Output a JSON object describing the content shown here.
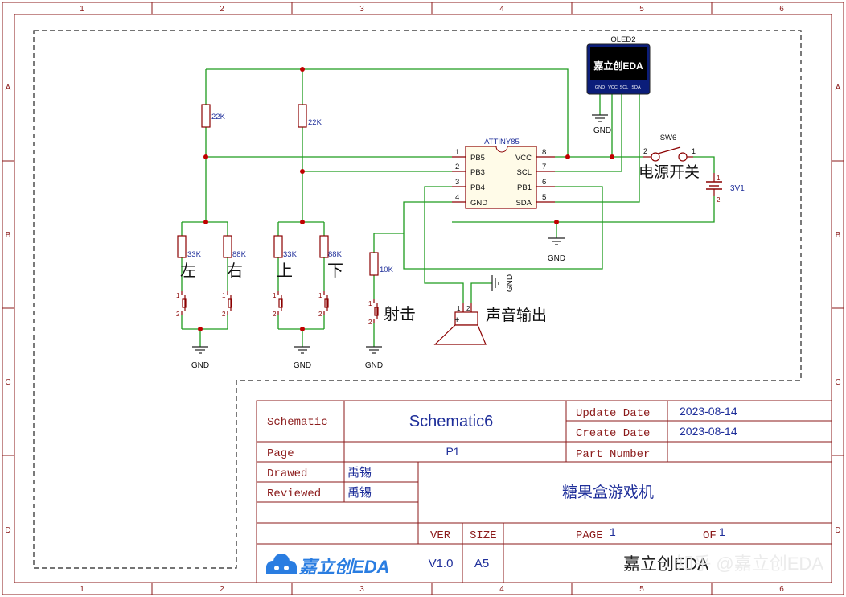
{
  "frame": {
    "columns": [
      "1",
      "2",
      "3",
      "4",
      "5",
      "6"
    ],
    "rows": [
      "A",
      "B",
      "C",
      "D"
    ]
  },
  "components": {
    "oled": {
      "ref": "OLED2",
      "logo_text": "嘉立创EDA",
      "pins": [
        "GND",
        "VCC",
        "SCL",
        "SDA"
      ]
    },
    "mcu": {
      "ref": "ATTINY85",
      "left_pins": [
        {
          "num": "1",
          "name": "PB5"
        },
        {
          "num": "2",
          "name": "PB3"
        },
        {
          "num": "3",
          "name": "PB4"
        },
        {
          "num": "4",
          "name": "GND"
        }
      ],
      "right_pins": [
        {
          "num": "8",
          "name": "VCC"
        },
        {
          "num": "7",
          "name": "SCL"
        },
        {
          "num": "6",
          "name": "PB1"
        },
        {
          "num": "5",
          "name": "SDA"
        }
      ]
    },
    "r1": "22K",
    "r2": "22K",
    "r3": "33K",
    "r4": "88K",
    "r5": "33K",
    "r6": "88K",
    "r7": "10K",
    "switch": {
      "ref": "SW6",
      "pin_left": "2",
      "pin_right": "1",
      "label": "电源开关"
    },
    "battery": {
      "value": "3V1",
      "pin_top": "1",
      "pin_bottom": "2"
    },
    "buttons": {
      "left": "左",
      "right": "右",
      "up": "上",
      "down": "下",
      "fire": "射击"
    },
    "speaker": {
      "label": "声音输出",
      "pin1": "1",
      "pin2": "2",
      "plus": "+"
    },
    "pin_num_1": "1",
    "pin_num_2": "2",
    "gnd": "GND"
  },
  "title_block": {
    "schematic_label": "Schematic",
    "schematic_value": "Schematic6",
    "update_label": "Update Date",
    "update_value": "2023-08-14",
    "create_label": "Create Date",
    "create_value": "2023-08-14",
    "page_label": "Page",
    "page_value": "P1",
    "part_label": "Part Number",
    "part_value": "",
    "drawed_label": "Drawed",
    "drawed_value": "禹锡",
    "reviewed_label": "Reviewed",
    "reviewed_value": "禹锡",
    "project_title": "糖果盒游戏机",
    "ver_label": "VER",
    "ver_value": "V1.0",
    "size_label": "SIZE",
    "size_value": "A5",
    "pagenum_label": "PAGE",
    "pagenum_value": "1",
    "of_label": "OF",
    "of_value": "1",
    "logo_text": "嘉立创EDA",
    "brand_text": "嘉立创EDA"
  },
  "watermark": "知乎 @嘉立创EDA",
  "colors": {
    "frame": "#8b1a1a",
    "wire": "#1d9c1d",
    "junction": "#c00000",
    "blue_text": "#1f2f9a",
    "component": "#8b0000"
  }
}
